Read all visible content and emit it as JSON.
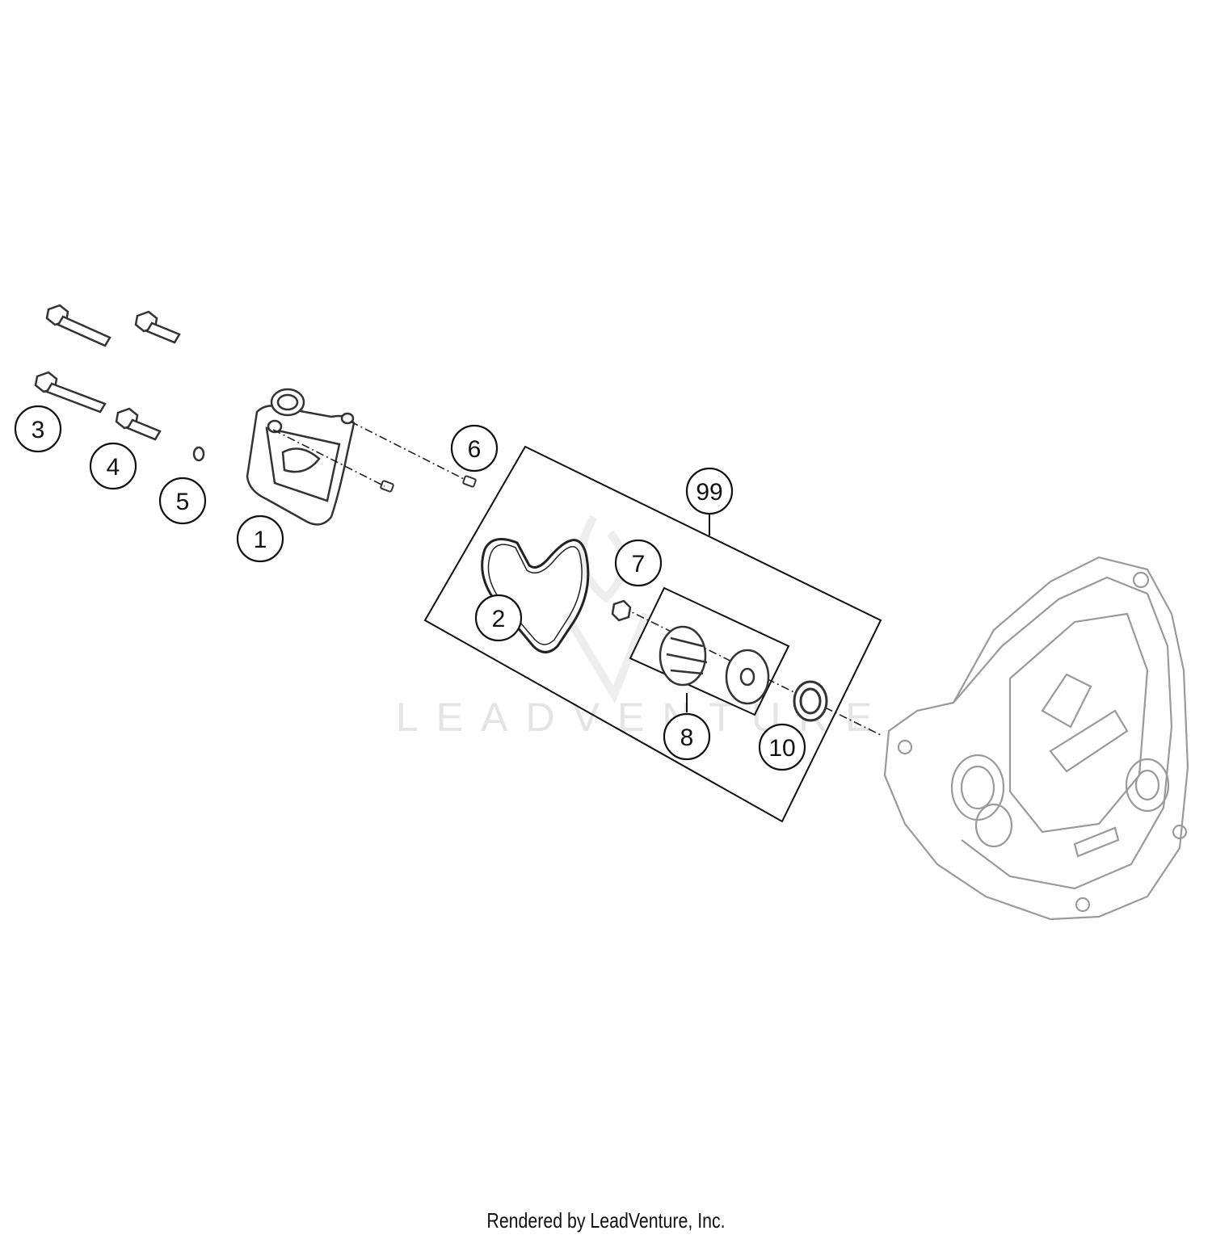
{
  "watermark": "LEADVENTURE",
  "footer": "Rendered by LeadVenture, Inc.",
  "callouts": [
    {
      "id": "3",
      "label": "3"
    },
    {
      "id": "4",
      "label": "4"
    },
    {
      "id": "5",
      "label": "5"
    },
    {
      "id": "1",
      "label": "1"
    },
    {
      "id": "6",
      "label": "6"
    },
    {
      "id": "99",
      "label": "99"
    },
    {
      "id": "7",
      "label": "7"
    },
    {
      "id": "2",
      "label": "2"
    },
    {
      "id": "8",
      "label": "8"
    },
    {
      "id": "10",
      "label": "10"
    }
  ],
  "colors": {
    "line": "#111111",
    "part": "#444444",
    "cover": "#9a9a9a",
    "watermark": "#e4e4e4"
  }
}
